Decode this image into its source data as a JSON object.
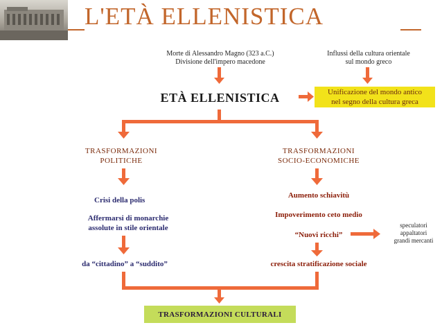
{
  "title": "L'ETÀ ELLENISTICA",
  "top_left_note": [
    "Morte di Alessandro Magno (323 a.C.)",
    "Divisione dell'impero macedone"
  ],
  "top_right_note": [
    "Influssi della cultura orientale",
    "sul mondo greco"
  ],
  "center_title": "ETÀ ELLENISTICA",
  "unification_box": [
    "Unificazione del mondo antico",
    "nel segno della cultura greca"
  ],
  "left": {
    "heading": [
      "TRASFORMAZIONI",
      "POLITICHE"
    ],
    "item1": "Crisi della polis",
    "item2": [
      "Affermarsi di monarchie",
      "assolute in stile orientale"
    ],
    "result": "da “cittadino” a “suddito”"
  },
  "right": {
    "heading": [
      "TRASFORMAZIONI",
      "SOCIO-ECONOMICHE"
    ],
    "item1": "Aumento schiavitù",
    "item2": "Impoverimento ceto medio",
    "item3": "“Nuovi ricchi”",
    "result": "crescita stratificazione sociale",
    "side_list": [
      "speculatori",
      "appaltatori",
      "grandi mercanti"
    ]
  },
  "bottom_box": "TRASFORMAZIONI CULTURALI",
  "colors": {
    "title": "#c2662b",
    "arrow": "#ef6a3a",
    "yellow": "#f2e21a",
    "green": "#c4dc5a"
  }
}
